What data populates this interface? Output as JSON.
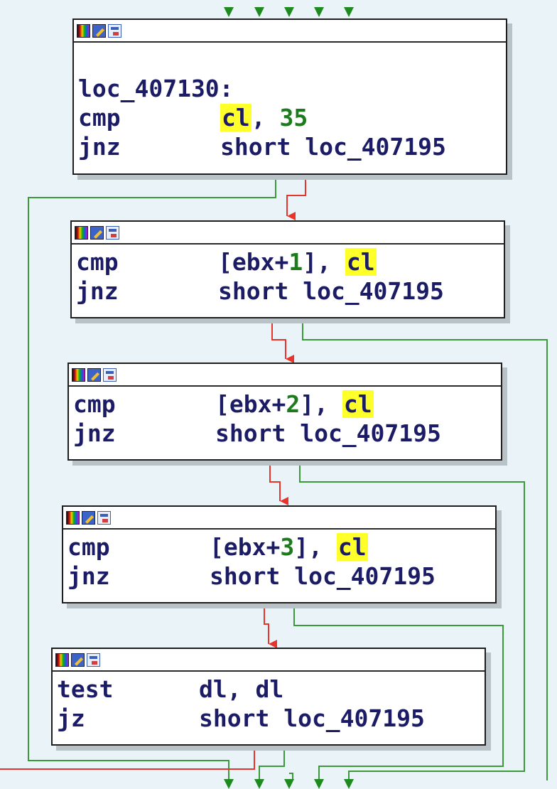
{
  "colors": {
    "background": "#eaf4f8",
    "edge_true": "#e8342a",
    "edge_false": "#3a9a3a",
    "highlight": "#ffff2a",
    "mnemonic": "#1c1c66",
    "immediate": "#1d7a1d"
  },
  "node_icons": [
    "color-palette-icon",
    "edit-icon",
    "graph-icon"
  ],
  "nodes": [
    {
      "label": "loc_407130:",
      "lines": [
        {
          "mnemonic": "cmp",
          "pre": "",
          "hl": "cl",
          "mid": ", ",
          "num": "35",
          "post": ""
        },
        {
          "mnemonic": "jnz",
          "pre": "short loc_407195",
          "hl": "",
          "mid": "",
          "num": "",
          "post": ""
        }
      ]
    },
    {
      "label": "",
      "lines": [
        {
          "mnemonic": "cmp",
          "pre": "[ebx+",
          "num": "1",
          "mid": "], ",
          "hl": "cl",
          "post": ""
        },
        {
          "mnemonic": "jnz",
          "pre": "short loc_407195",
          "num": "",
          "mid": "",
          "hl": "",
          "post": ""
        }
      ]
    },
    {
      "label": "",
      "lines": [
        {
          "mnemonic": "cmp",
          "pre": "[ebx+",
          "num": "2",
          "mid": "], ",
          "hl": "cl",
          "post": ""
        },
        {
          "mnemonic": "jnz",
          "pre": "short loc_407195",
          "num": "",
          "mid": "",
          "hl": "",
          "post": ""
        }
      ]
    },
    {
      "label": "",
      "lines": [
        {
          "mnemonic": "cmp",
          "pre": "[ebx+",
          "num": "3",
          "mid": "], ",
          "hl": "cl",
          "post": ""
        },
        {
          "mnemonic": "jnz",
          "pre": "short loc_407195",
          "num": "",
          "mid": "",
          "hl": "",
          "post": ""
        }
      ]
    },
    {
      "label": "",
      "lines": [
        {
          "mnemonic": "test",
          "pre": "dl, dl",
          "num": "",
          "mid": "",
          "hl": "",
          "post": ""
        },
        {
          "mnemonic": "jz",
          "pre": "short loc_407195",
          "num": "",
          "mid": "",
          "hl": "",
          "post": ""
        }
      ]
    }
  ]
}
